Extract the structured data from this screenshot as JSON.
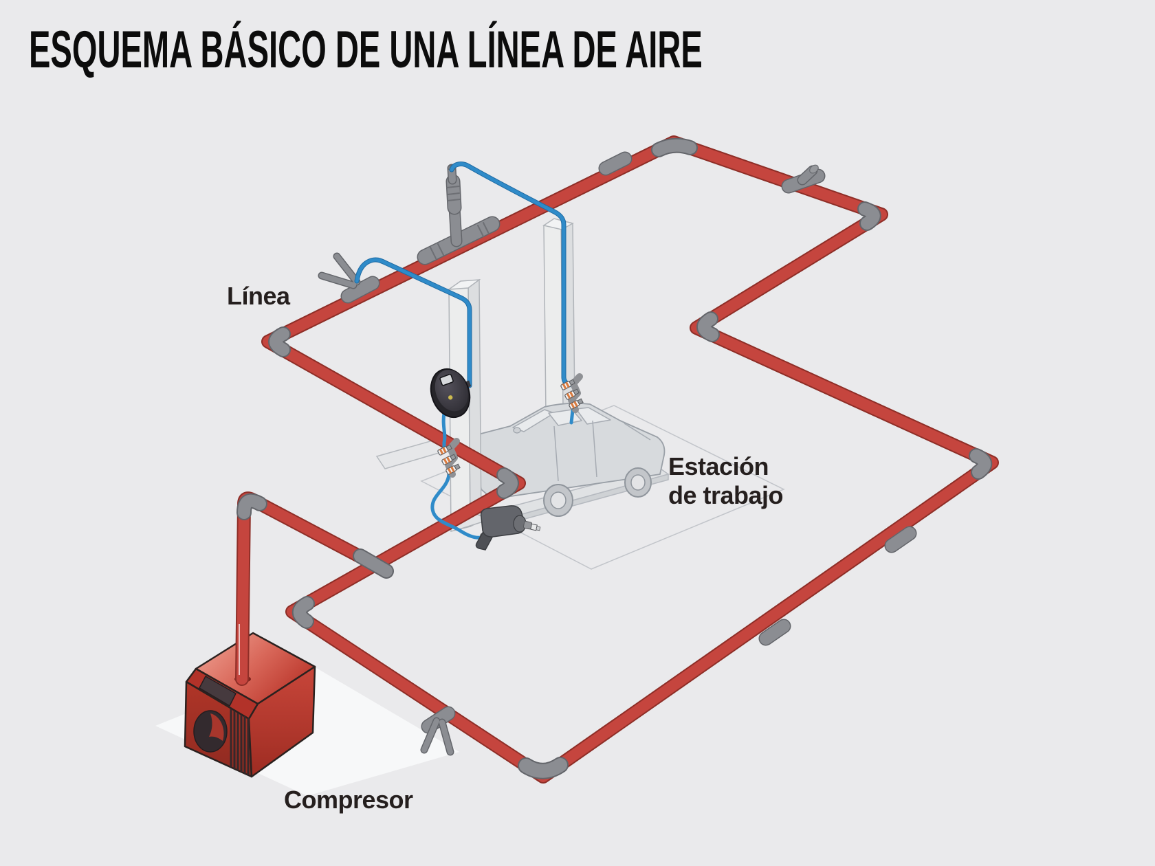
{
  "title": "ESQUEMA BÁSICO DE UNA LÍNEA DE AIRE",
  "labels": {
    "line": "Línea",
    "workstation_line1": "Estación",
    "workstation_line2": "de trabajo",
    "compressor": "Compresor"
  },
  "colors": {
    "background": "#eaeaec",
    "pipe_red": "#c5453e",
    "pipe_outline": "#8e2e27",
    "fitting_gray": "#8b8d92",
    "fitting_outline": "#63656a",
    "hose_blue": "#2f8bc9",
    "hose_dark": "#1f6ba3",
    "label_text": "#251f1e"
  }
}
